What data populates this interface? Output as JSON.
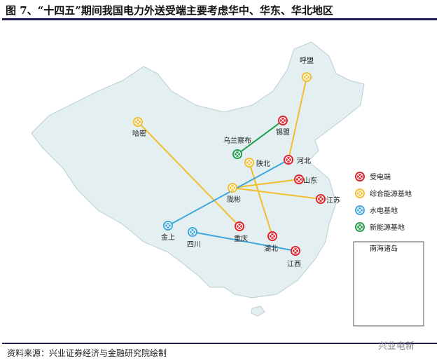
{
  "title": "图 7、“十四五”期间我国电力外送受端主要考虑华中、华东、华北地区",
  "source": "资料来源：兴业证券经济与金融研究院绘制",
  "watermark": "兴业电新",
  "inset_label": "南海诸岛",
  "colors": {
    "receiving": "#e0202a",
    "integrated": "#f2be2e",
    "hydro": "#3ea7dc",
    "renewable": "#1f9e4a",
    "land": "#e3eff0"
  },
  "legend": [
    {
      "type": "receiving",
      "label": "受电端"
    },
    {
      "type": "integrated",
      "label": "综合能源基地"
    },
    {
      "type": "hydro",
      "label": "水电基地"
    },
    {
      "type": "renewable",
      "label": "新能源基地"
    }
  ],
  "nodes": [
    {
      "id": "humeng",
      "label": "呼盟",
      "type": "integrated"
    },
    {
      "id": "ximeng",
      "label": "锡盟",
      "type": "receiving"
    },
    {
      "id": "wulanchabu",
      "label": "乌兰察布",
      "type": "renewable"
    },
    {
      "id": "shanbei",
      "label": "陕北",
      "type": "integrated"
    },
    {
      "id": "hebei",
      "label": "河北",
      "type": "receiving"
    },
    {
      "id": "shandong",
      "label": "山东",
      "type": "receiving"
    },
    {
      "id": "jiangsu",
      "label": "江苏",
      "type": "receiving"
    },
    {
      "id": "longbin",
      "label": "陇彬",
      "type": "integrated"
    },
    {
      "id": "hami",
      "label": "哈密",
      "type": "integrated"
    },
    {
      "id": "chongqing",
      "label": "重庆",
      "type": "receiving"
    },
    {
      "id": "hubei",
      "label": "湖北",
      "type": "receiving"
    },
    {
      "id": "jiangxi",
      "label": "江西",
      "type": "receiving"
    },
    {
      "id": "jinshang",
      "label": "金上",
      "type": "hydro"
    },
    {
      "id": "sichuan",
      "label": "四川",
      "type": "hydro"
    }
  ],
  "links": [
    {
      "from": "humeng",
      "to": "hebei",
      "type": "integrated"
    },
    {
      "from": "ximeng",
      "to": "wulanchabu",
      "type": "renewable"
    },
    {
      "from": "hami",
      "to": "chongqing",
      "type": "integrated"
    },
    {
      "from": "shanbei",
      "to": "hubei",
      "type": "integrated"
    },
    {
      "from": "longbin",
      "to": "shandong",
      "type": "integrated"
    },
    {
      "from": "longbin",
      "to": "jiangsu",
      "type": "integrated"
    },
    {
      "from": "jinshang",
      "to": "hebei",
      "type": "hydro"
    },
    {
      "from": "sichuan",
      "to": "jiangxi",
      "type": "hydro"
    }
  ]
}
